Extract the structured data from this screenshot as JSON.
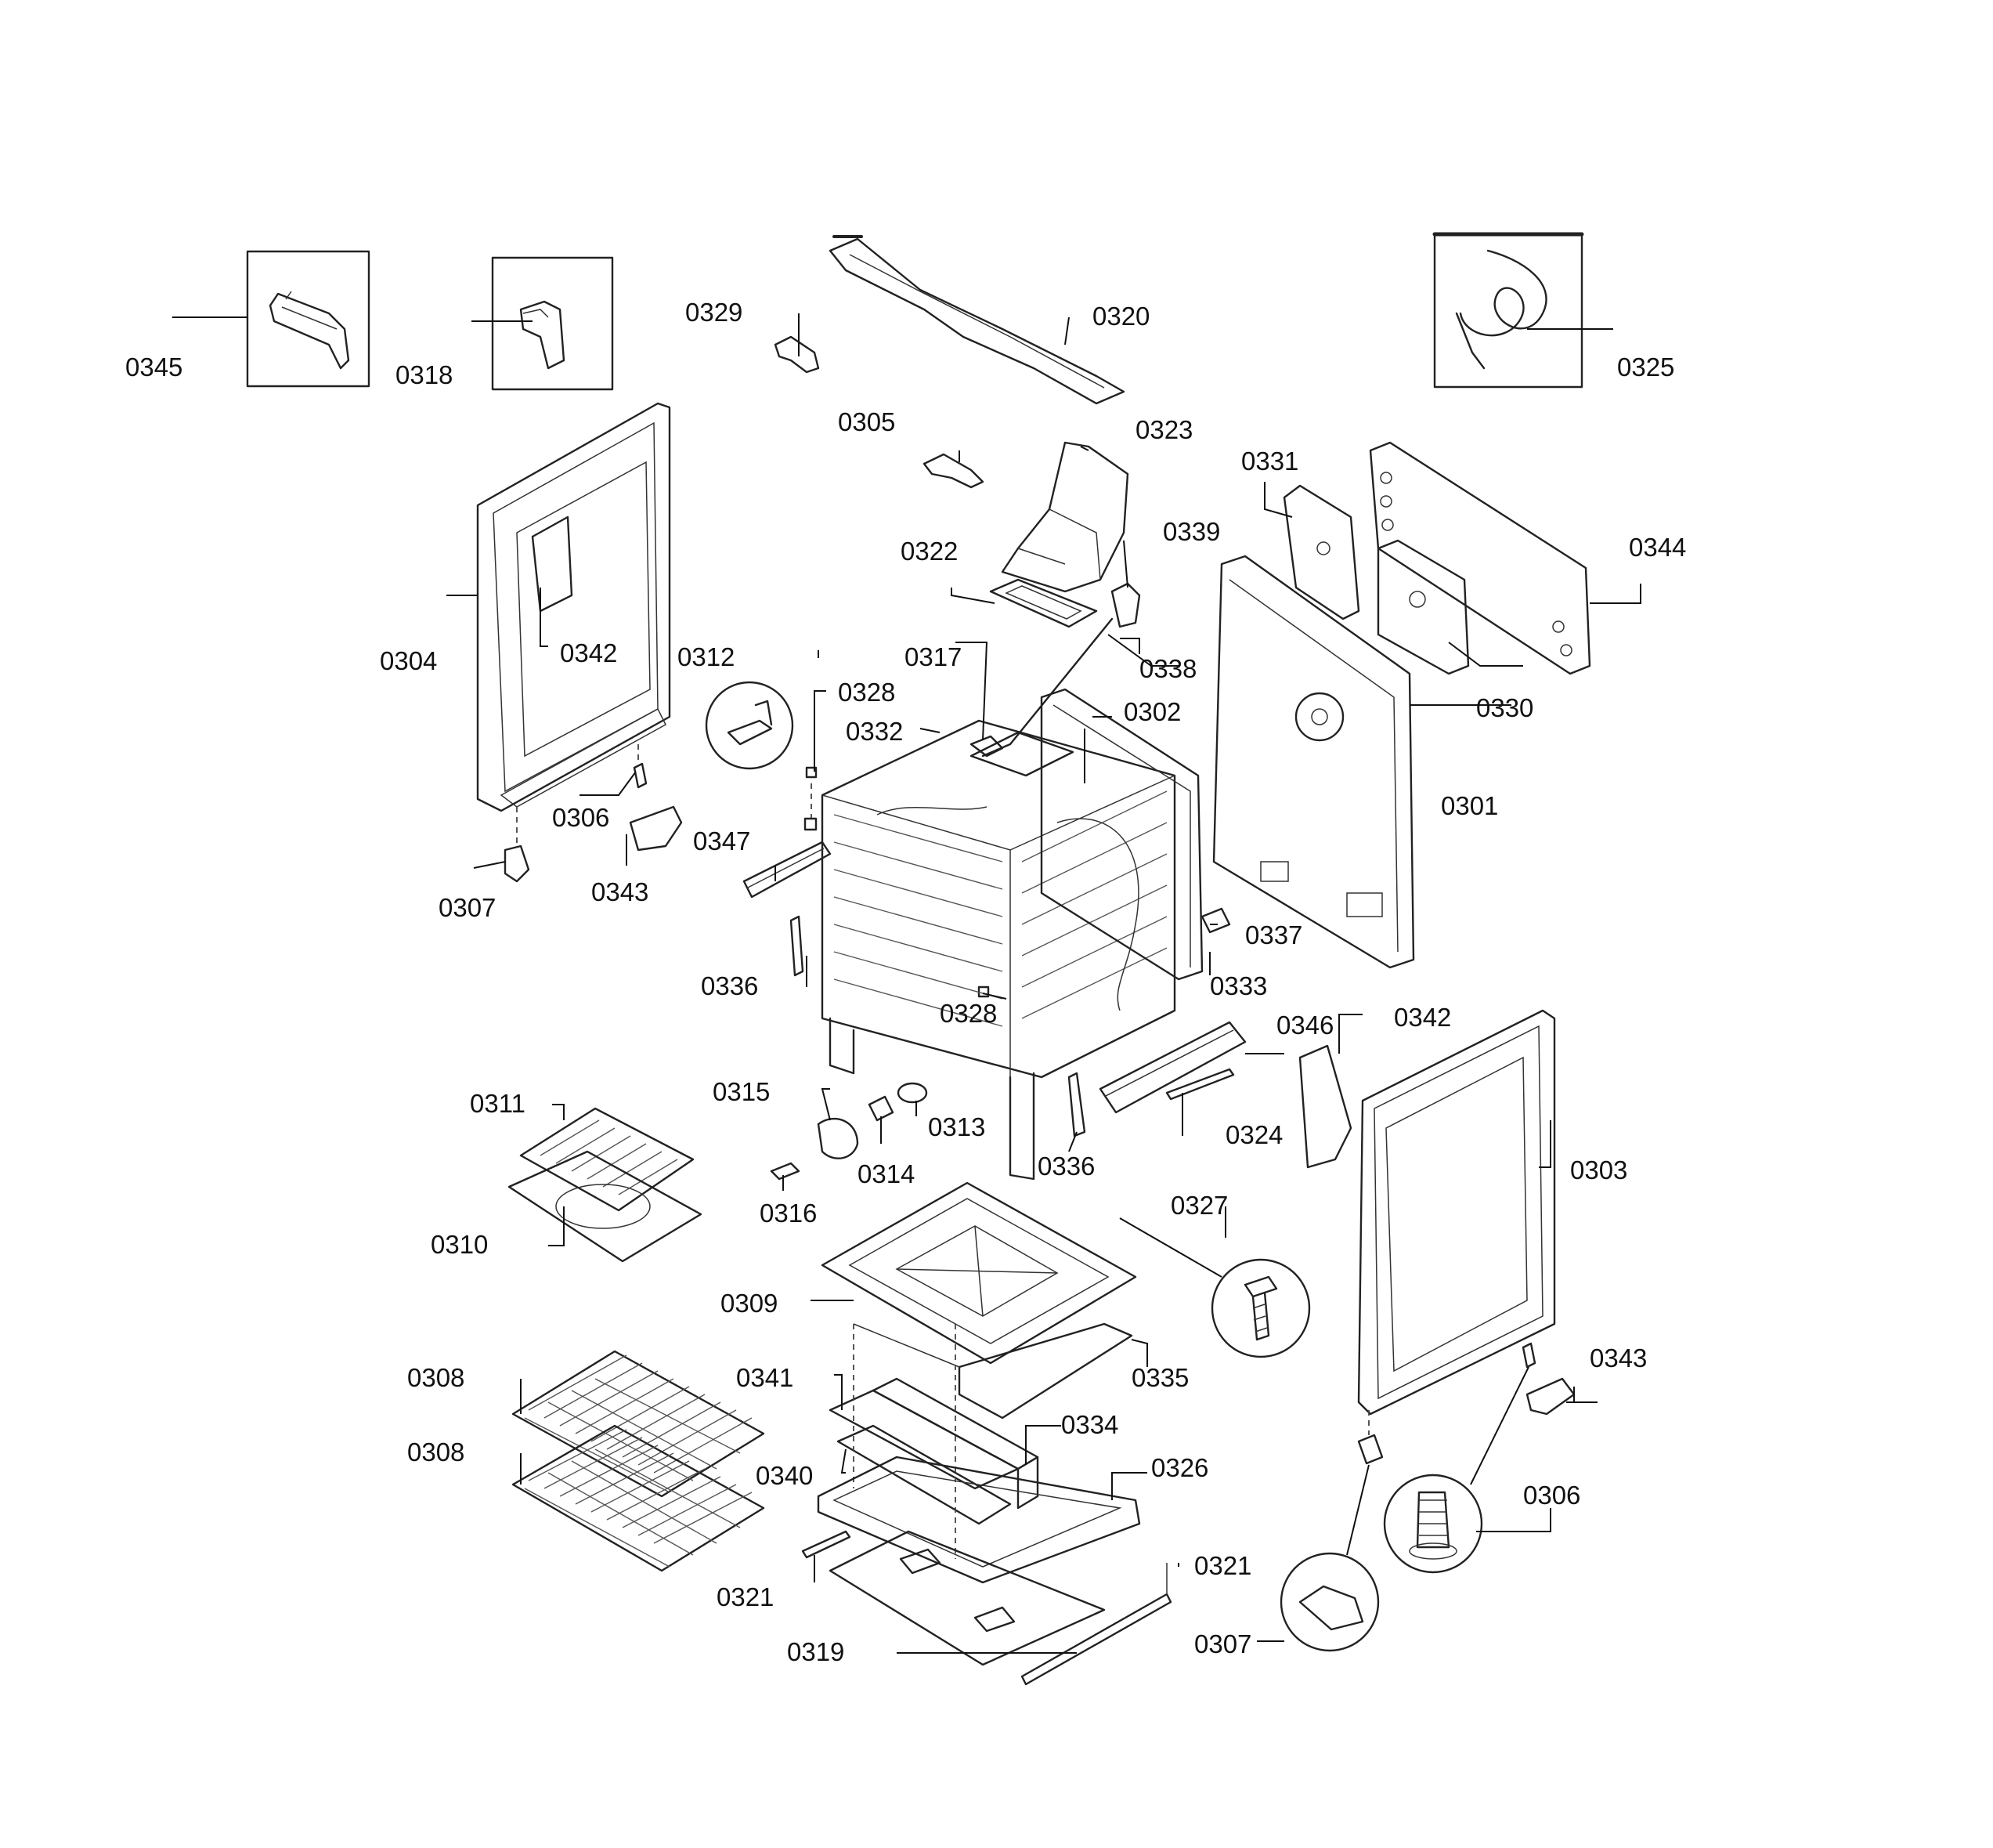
{
  "labels": {
    "p0301": "0301",
    "p0302": "0302",
    "p0303": "0303",
    "p0304": "0304",
    "p0305": "0305",
    "p0306a": "0306",
    "p0306b": "0306",
    "p0307a": "0307",
    "p0307b": "0307",
    "p0308a": "0308",
    "p0308b": "0308",
    "p0309": "0309",
    "p0310": "0310",
    "p0311": "0311",
    "p0312": "0312",
    "p0313": "0313",
    "p0314": "0314",
    "p0315": "0315",
    "p0316": "0316",
    "p0317": "0317",
    "p0318": "0318",
    "p0319": "0319",
    "p0320": "0320",
    "p0321a": "0321",
    "p0321b": "0321",
    "p0322": "0322",
    "p0323": "0323",
    "p0324": "0324",
    "p0325": "0325",
    "p0326": "0326",
    "p0327": "0327",
    "p0328a": "0328",
    "p0328b": "0328",
    "p0329": "0329",
    "p0330": "0330",
    "p0331": "0331",
    "p0332": "0332",
    "p0333": "0333",
    "p0334": "0334",
    "p0335": "0335",
    "p0336a": "0336",
    "p0336b": "0336",
    "p0337": "0337",
    "p0338": "0338",
    "p0339": "0339",
    "p0340": "0340",
    "p0341": "0341",
    "p0342a": "0342",
    "p0342b": "0342",
    "p0343a": "0343",
    "p0343b": "0343",
    "p0344": "0344",
    "p0345": "0345",
    "p0346": "0346",
    "p0347": "0347"
  }
}
